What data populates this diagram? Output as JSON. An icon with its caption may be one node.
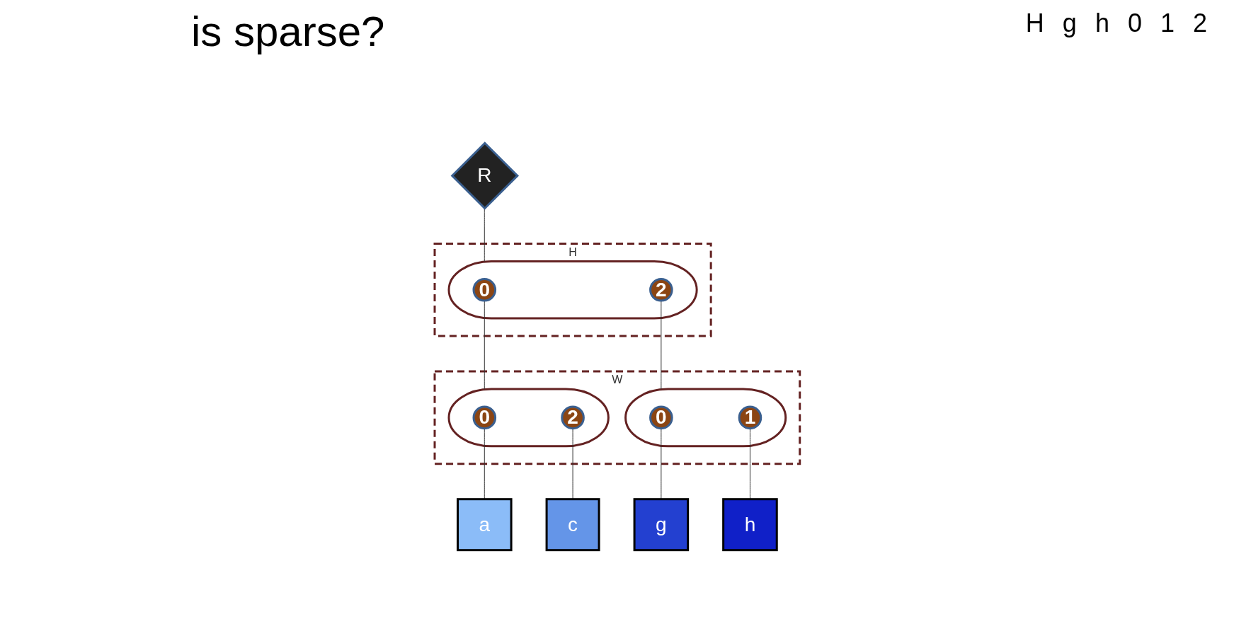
{
  "diagram": {
    "title": "is sparse?",
    "nodes": [
      {
        "text": [
          "R"
        ]
      },
      {
        "text": [
          "H"
        ]
      },
      {
        "text": [],
        "shape": "ellipse",
        "in": 1
      },
      {
        "text": [
          "0"
        ],
        "in": 2
      },
      {
        "text": [
          "2"
        ],
        "in": 2
      },
      {
        "text": [
          "W"
        ]
      },
      {
        "text": [],
        "shape": "ellipse",
        "in": 5
      },
      {
        "text": [
          "0"
        ],
        "in": 6
      },
      {
        "text": [
          "2"
        ],
        "in": 6
      },
      {
        "text": [],
        "shape": "ellipse",
        "in": 5
      },
      {
        "text": [
          "0"
        ],
        "in": 9
      },
      {
        "text": [
          "1"
        ],
        "in": 9
      },
      {
        "text": [
          "a"
        ]
      },
      {
        "text": [
          "c"
        ]
      },
      {
        "text": [
          "g"
        ]
      },
      {
        "text": [
          "h"
        ]
      }
    ],
    "edges": [
      {
        "from": 0,
        "to": 2,
        "arrow": "none"
      },
      {
        "from": 3,
        "to": 6,
        "arrow": "none"
      },
      {
        "from": 4,
        "to": 9,
        "arrow": "none"
      },
      {
        "from": 7,
        "to": 12,
        "arrow": "none"
      },
      {
        "from": 8,
        "to": 13,
        "arrow": "none"
      },
      {
        "from": 10,
        "to": 14,
        "arrow": "none"
      },
      {
        "from": 11,
        "to": 15,
        "arrow": "none"
      }
    ],
    "labels": [
      "H",
      "g",
      "h",
      "0",
      "1",
      "2"
    ]
  }
}
